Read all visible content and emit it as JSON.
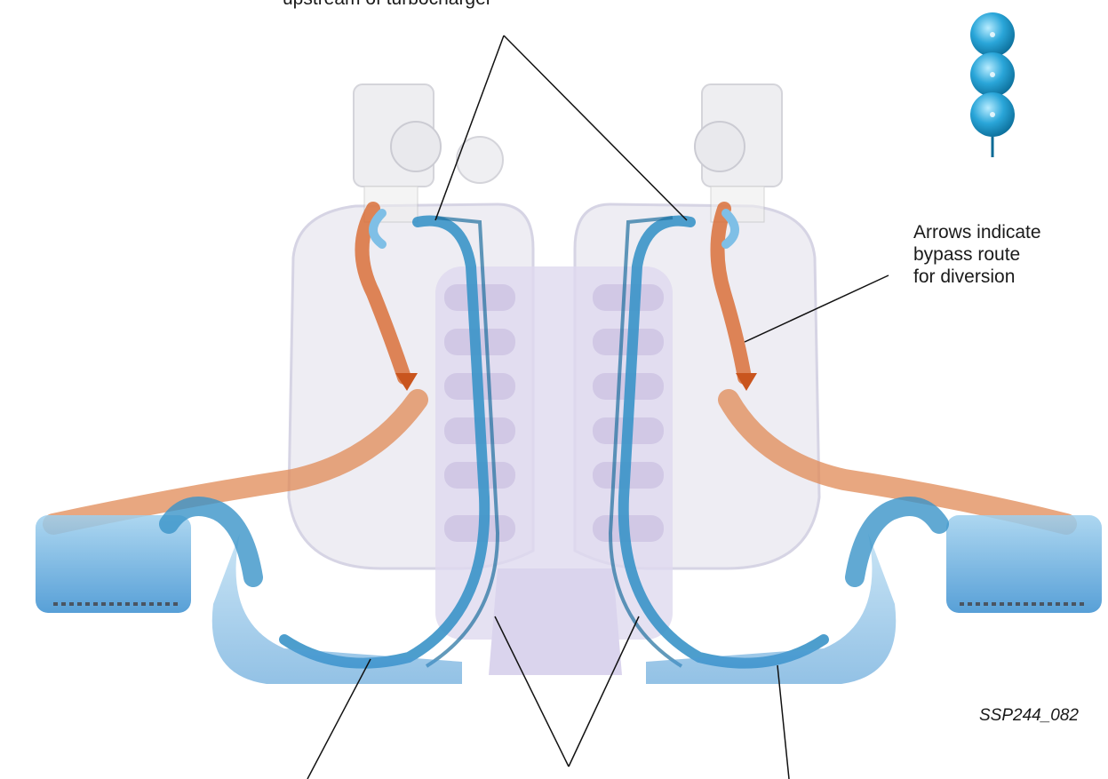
{
  "labels": {
    "top_callout": "upstream of turbocharger",
    "right_callout_lines": [
      "Arrows indicate",
      "bypass route",
      "for diversion"
    ]
  },
  "figure_id": "SSP244_082",
  "colors": {
    "coolant_blue": "#3a93c8",
    "coolant_blue_dark": "#1f6f9e",
    "bypass_orange": "#d9703a",
    "engine_purple": "#c7bde0",
    "engine_grey": "#e6e6ea",
    "leader_line": "#111111",
    "bubble_blue": "#2aa6d9"
  },
  "icons": {
    "legend": "coolant-bubble-stack-icon",
    "arrow": "bypass-arrow-icon"
  }
}
